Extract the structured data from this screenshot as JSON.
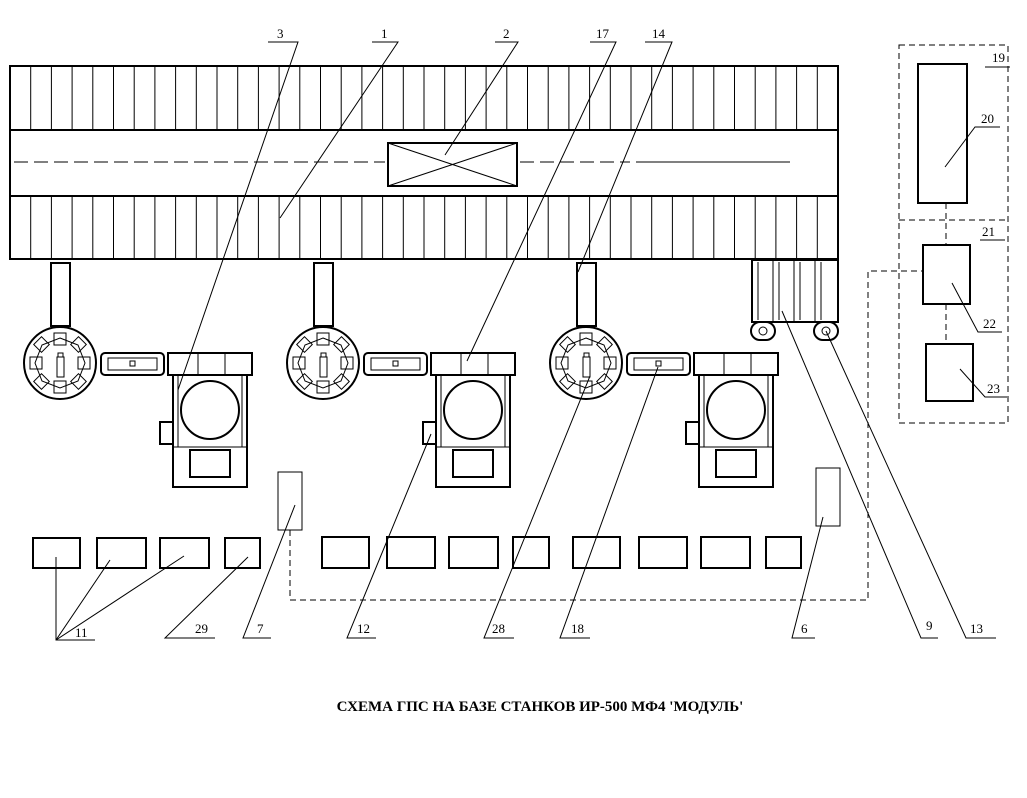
{
  "title": "СХЕМА ГПС НА БАЗЕ СТАНКОВ ИР-500 МФ4 'МОДУЛЬ'",
  "callouts": {
    "c1": "1",
    "c2": "2",
    "c3": "3",
    "c6": "6",
    "c7": "7",
    "c9": "9",
    "c11": "11",
    "c12": "12",
    "c13": "13",
    "c14": "14",
    "c17": "17",
    "c18": "18",
    "c19": "19",
    "c20": "20",
    "c21": "21",
    "c22": "22",
    "c23": "23",
    "c28": "28",
    "c29": "29"
  }
}
